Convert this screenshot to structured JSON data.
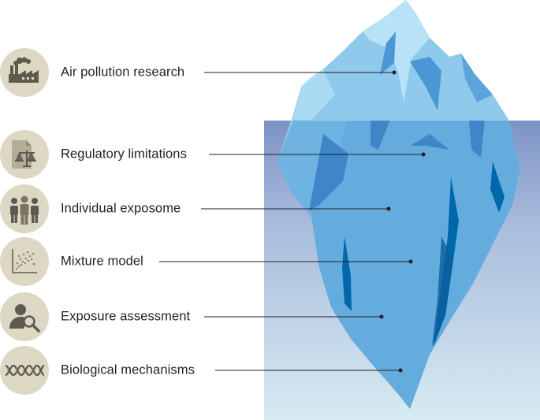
{
  "items": [
    {
      "label": "Air pollution research",
      "icon": "factory-icon"
    },
    {
      "label": "Regulatory limitations",
      "icon": "document-scale-icon"
    },
    {
      "label": "Individual exposome",
      "icon": "people-group-icon"
    },
    {
      "label": "Mixture model",
      "icon": "scatter-plot-icon"
    },
    {
      "label": "Exposure assessment",
      "icon": "person-magnifier-icon"
    },
    {
      "label": "Biological mechanisms",
      "icon": "dna-icon"
    }
  ],
  "colors": {
    "icon_circle": "#ddd8c4",
    "icon_fill": "#5e5a4f",
    "water_top": "#7d93c5",
    "water_bottom": "#d7ebf3",
    "ice_light": "#8ec8ea",
    "ice_mid": "#5fa9dc",
    "ice_dark": "#0067aa"
  }
}
